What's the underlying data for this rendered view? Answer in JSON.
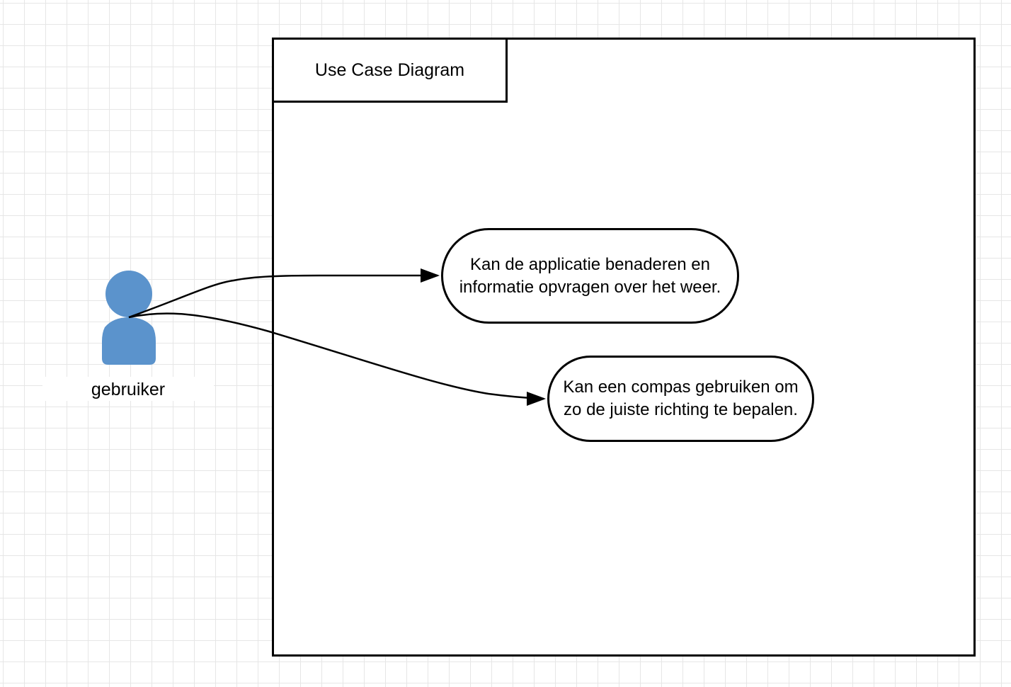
{
  "frame": {
    "title": "Use Case Diagram"
  },
  "actor": {
    "label": "gebruiker",
    "icon": "person-icon",
    "color": "#5b93cc"
  },
  "use_cases": [
    {
      "label": "Kan de applicatie benaderen en informatie opvragen over het weer."
    },
    {
      "label": "Kan een compas gebruiken om zo de juiste richting te bepalen."
    }
  ],
  "colors": {
    "stroke": "#000000",
    "grid": "#e6e6e6",
    "actor": "#5b93cc"
  }
}
